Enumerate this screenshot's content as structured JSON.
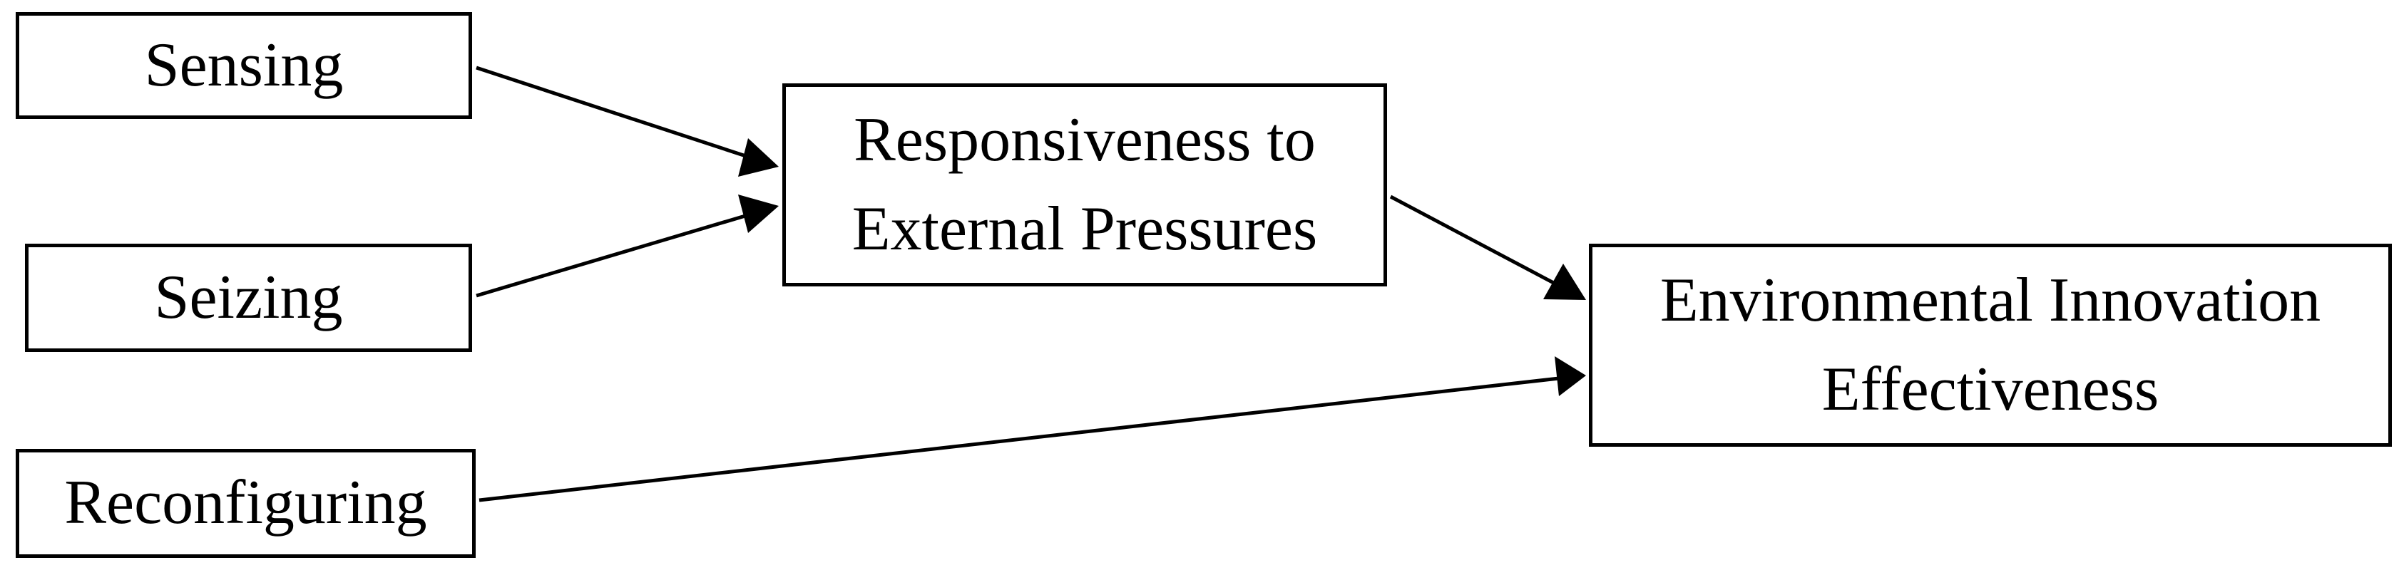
{
  "diagram": {
    "nodes": {
      "sensing": {
        "label": "Sensing"
      },
      "seizing": {
        "label": "Seizing"
      },
      "reconfiguring": {
        "label": "Reconfiguring"
      },
      "responsiveness": {
        "lines": [
          "Responsiveness to",
          "External Pressures"
        ]
      },
      "effectiveness": {
        "lines": [
          "Environmental Innovation",
          "Effectiveness"
        ]
      }
    },
    "edges": [
      {
        "from": "Sensing",
        "to": "Responsiveness to External Pressures"
      },
      {
        "from": "Seizing",
        "to": "Responsiveness to External Pressures"
      },
      {
        "from": "Responsiveness to External Pressures",
        "to": "Environmental Innovation Effectiveness"
      },
      {
        "from": "Reconfiguring",
        "to": "Environmental Innovation Effectiveness"
      }
    ],
    "colors": {
      "stroke": "#000000",
      "background": "#ffffff"
    }
  }
}
